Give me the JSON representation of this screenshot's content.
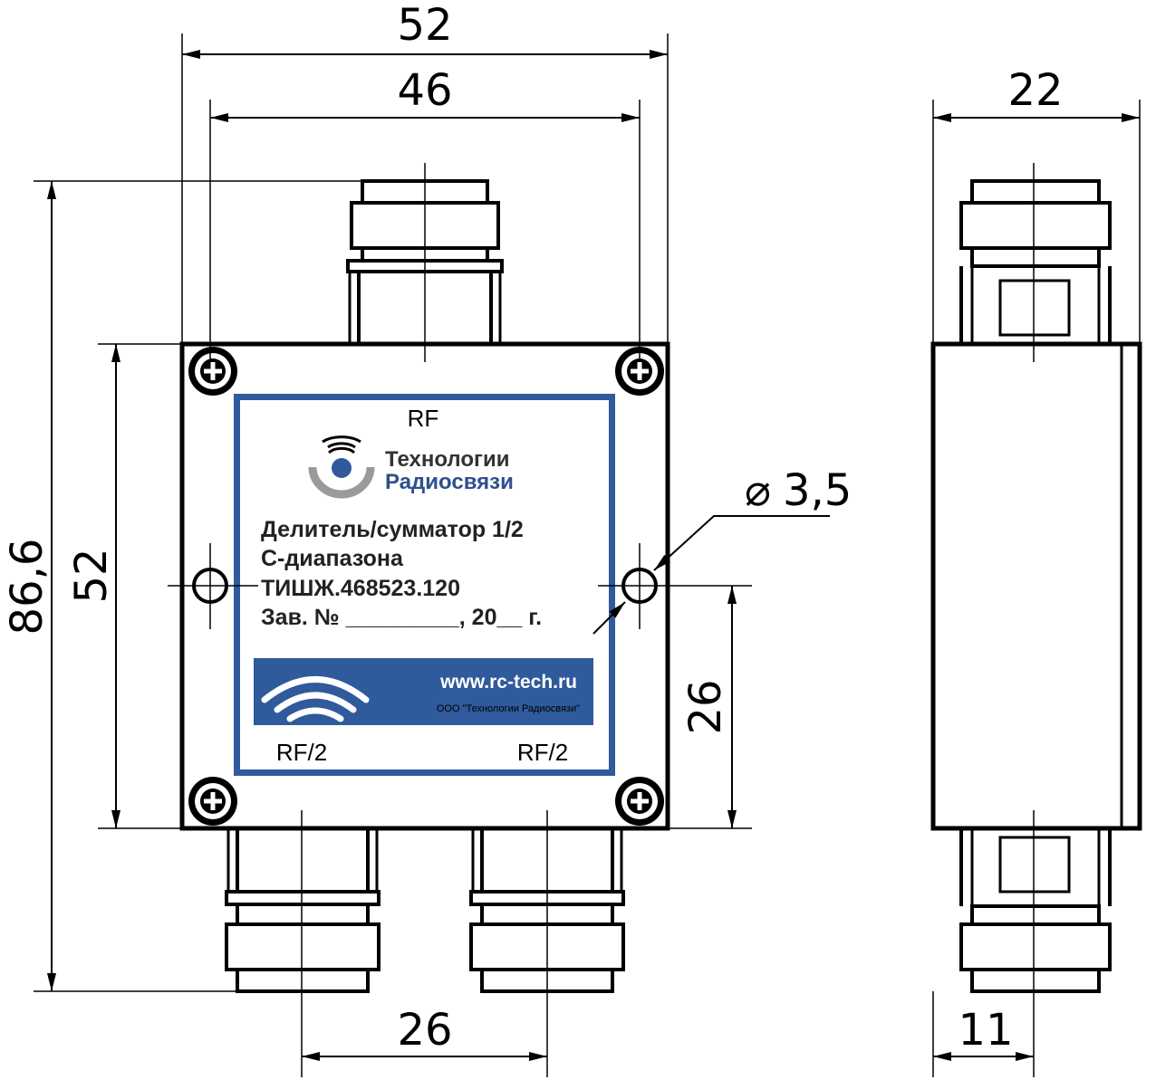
{
  "dimensions": {
    "top_width_outer": "52",
    "top_width_holes": "46",
    "side_width": "22",
    "total_height": "86,6",
    "body_height": "52",
    "hole_diameter": "3,5",
    "lower_offset": "26",
    "output_spacing": "26",
    "side_offset": "11"
  },
  "ports": {
    "input": "RF",
    "output_left": "RF/2",
    "output_right": "RF/2"
  },
  "label": {
    "brand_line1": "Технологии",
    "brand_line2": "Радиосвязи",
    "product_line1": "Делитель/сумматор 1/2",
    "product_line2": "С-диапазона",
    "part_number": "ТИШЖ.468523.120",
    "serial_line": "Зав. № _________, 20__ г.",
    "website": "www.rc-tech.ru",
    "company": "ООО \"Технологии Радиосвязи\"",
    "panel_color": "#2f5a9c",
    "brand_color": "#2f4f8f",
    "logo_dot_color": "#2f5a9c",
    "logo_arc_color": "#9a9a9a"
  },
  "symbols": {
    "diameter": "⌀"
  },
  "icons": {
    "screw": "phillips-screw-icon",
    "wifi": "wifi-waves-icon"
  }
}
